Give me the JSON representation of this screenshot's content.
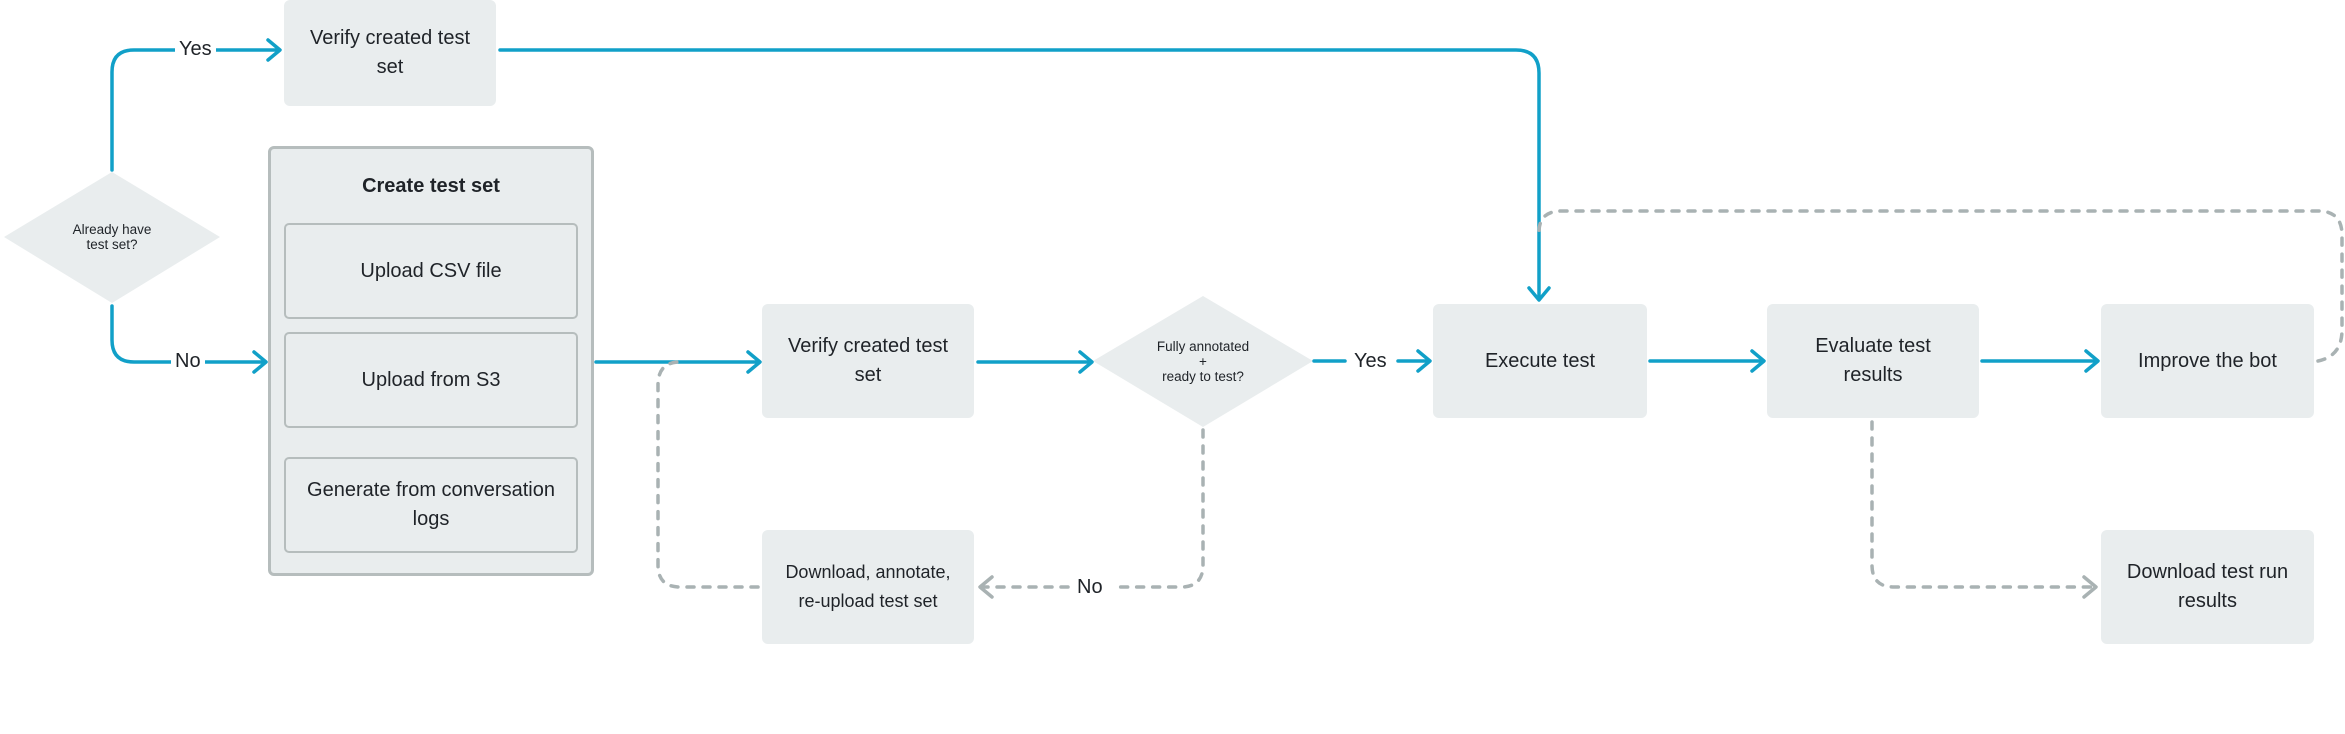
{
  "colors": {
    "flow": "#11a0c8",
    "loop": "#a9b2b3",
    "box_fill": "#e9edee",
    "group_border": "#b6bdbd"
  },
  "nodes": {
    "already_have": "Already have\ntest set?",
    "verify_top": "Verify created test set",
    "create_title": "Create test set",
    "upload_csv": "Upload CSV file",
    "upload_s3": "Upload from S3",
    "generate_logs": "Generate from conversation logs",
    "verify_mid": "Verify created test set",
    "fully_annotated": "Fully annotated\n+\nready to test?",
    "download_annotate": "Download, annotate, re-upload test set",
    "execute": "Execute test",
    "evaluate": "Evaluate test results",
    "improve": "Improve the bot",
    "download_results": "Download test run results"
  },
  "labels": {
    "yes_top": "Yes",
    "no_left": "No",
    "no_bottom": "No",
    "yes_mid": "Yes"
  }
}
